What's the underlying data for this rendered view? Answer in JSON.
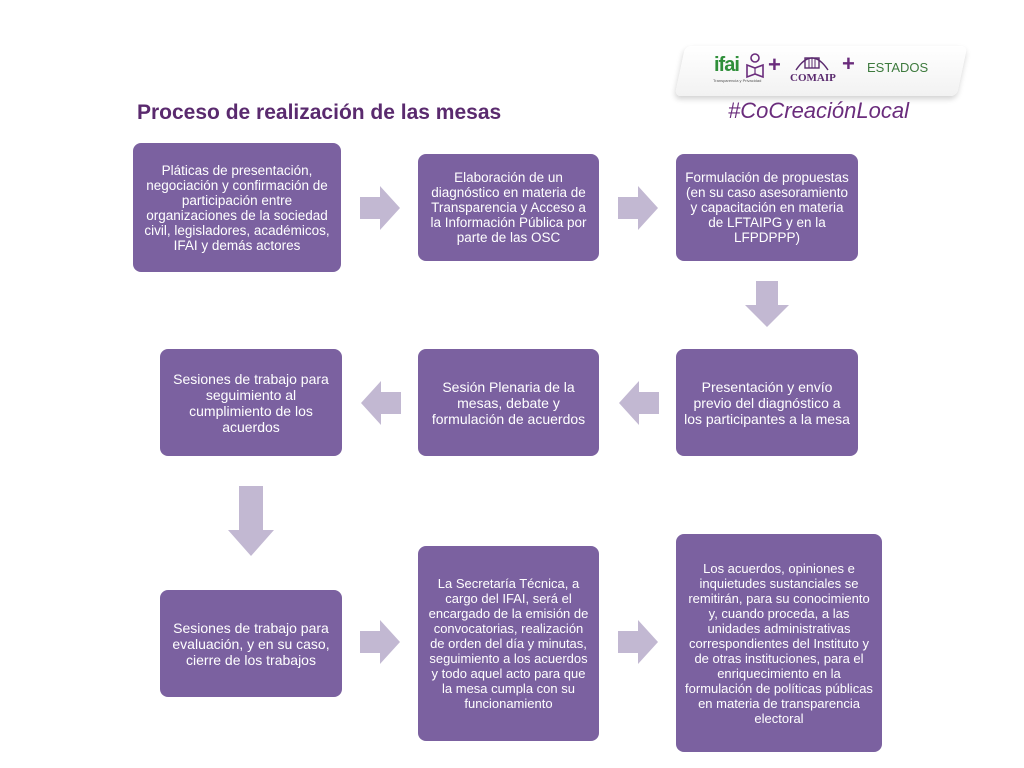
{
  "title": "Proceso de realización de las mesas",
  "hashtag": "#CoCreaciónLocal",
  "logos": {
    "ifai": "ifai",
    "ifai_sub": "Transparencia y Privacidad",
    "plus": "+",
    "comaip": "COMAIP",
    "estados": "ESTADOS"
  },
  "colors": {
    "box": "#7b61a0",
    "arrow": "#c2b8d2",
    "title": "#5a2a6e",
    "accent": "#6a2c7c"
  },
  "steps": [
    "Pláticas de presentación, negociación y confirmación de participación entre organizaciones de la sociedad civil, legisladores, académicos, IFAI  y demás actores",
    "Elaboración de un diagnóstico en materia de Transparencia y Acceso a la Información Pública por parte de las OSC",
    "Formulación de propuestas (en su caso asesoramiento y capacitación en materia de LFTAIPG y en la LFPDPPP)",
    "Presentación y envío previo del diagnóstico a los participantes a la mesa",
    "Sesión Plenaria de la mesas, debate y formulación de acuerdos",
    "Sesiones de trabajo para seguimiento al cumplimiento de los acuerdos",
    "Sesiones de trabajo para evaluación, y en su caso, cierre de los trabajos",
    "La Secretaría Técnica, a cargo del IFAI, será el encargado de la emisión de convocatorias, realización de orden del día y minutas, seguimiento a los acuerdos y todo aquel acto para que la mesa cumpla con su funcionamiento",
    "Los acuerdos, opiniones e inquietudes sustanciales se remitirán, para su conocimiento y, cuando proceda, a las unidades administrativas correspondientes del Instituto y de otras instituciones, para el enriquecimiento en la formulación de políticas públicas en materia de transparencia electoral"
  ]
}
